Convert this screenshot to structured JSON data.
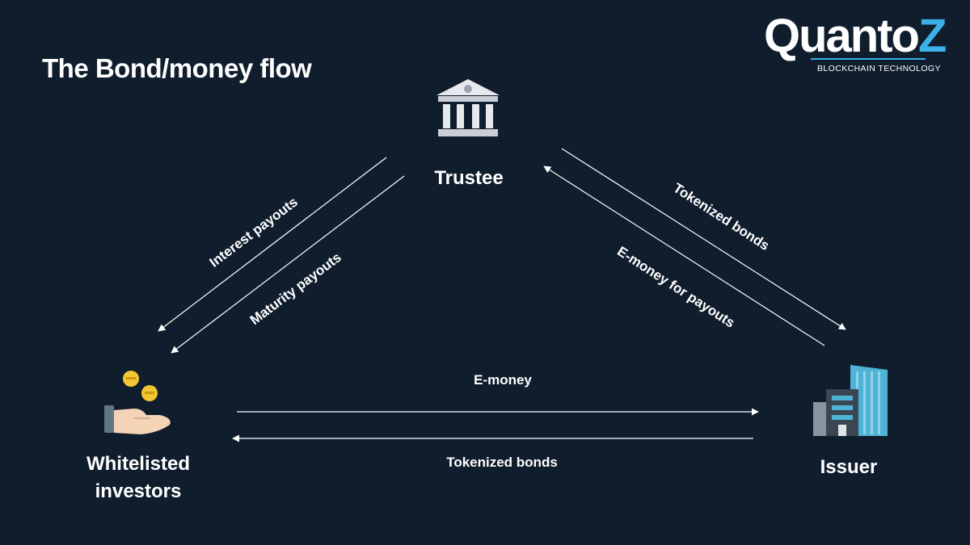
{
  "title": "The Bond/money flow",
  "logo": {
    "word_main": "Quanto",
    "word_accent": "Z",
    "tagline": "BLOCKCHAIN TECHNOLOGY"
  },
  "nodes": {
    "trustee": "Trustee",
    "investors_line1": "Whitelisted",
    "investors_line2": "investors",
    "issuer": "Issuer"
  },
  "flows": {
    "interest_payouts": "Interest payouts",
    "maturity_payouts": "Maturity payouts",
    "tokenized_bonds_right": "Tokenized bonds",
    "emoney_for_payouts": "E-money for payouts",
    "emoney": "E-money",
    "tokenized_bonds_bottom": "Tokenized bonds"
  },
  "colors": {
    "background": "#0f1d2d",
    "accent": "#3ab1e8",
    "coin": "#f2c531",
    "building_blue": "#4fb3d6"
  },
  "icons": [
    "bank-icon",
    "hand-coins-icon",
    "office-building-icon"
  ]
}
